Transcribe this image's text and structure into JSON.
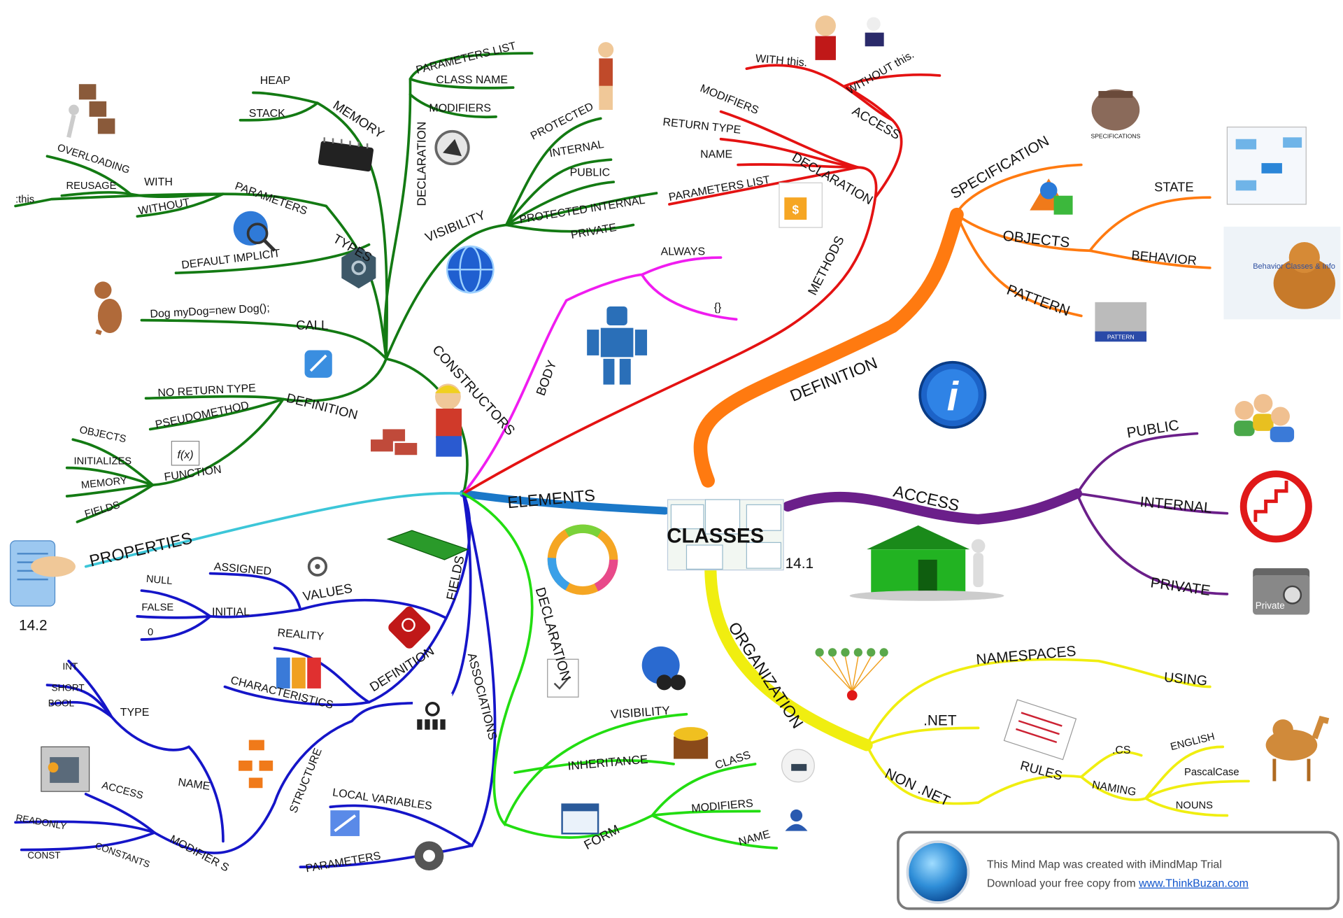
{
  "center": {
    "title": "CLASSES",
    "version": "14.1"
  },
  "properties_version": "14.2",
  "branches": {
    "elements": {
      "label": "ELEMENTS",
      "constructors": {
        "label": "CONSTRUCTORS",
        "memory": {
          "label": "MEMORY",
          "heap": "HEAP",
          "stack": "STACK"
        },
        "declaration": {
          "label": "DECLARATION",
          "parameters_list": "PARAMETERS LIST",
          "class_name": "CLASS NAME",
          "modifiers": "MODIFIERS"
        },
        "visibility": {
          "label": "VISIBILITY",
          "protected": "PROTECTED",
          "internal": "INTERNAL",
          "public": "PUBLIC",
          "protected_internal": "PROTECTED INTERNAL",
          "private": "PRIVATE"
        },
        "types": {
          "label": "TYPES",
          "parameters": "PARAMETERS",
          "with": "WITH",
          "overloading": "OVERLOADING",
          "reuseage": "REUSAGE",
          "this": ":this",
          "without": "WITHOUT",
          "default_implicit": "DEFAULT IMPLICIT"
        },
        "call": {
          "label": "CALL",
          "example": "Dog myDog=new Dog();"
        },
        "definition": {
          "label": "DEFINITION",
          "no_return_type": "NO RETURN TYPE",
          "pseudomethod": "PSEUDOMETHOD",
          "function": "FUNCTION",
          "objects": "OBJECTS",
          "initializes": "INITIALIZES",
          "memory": "MEMORY",
          "fields": "FIELDS"
        }
      },
      "body": {
        "label": "BODY",
        "always": "ALWAYS",
        "braces": "{}"
      },
      "methods": {
        "label": "METHODS",
        "access": {
          "label": "ACCESS",
          "with_this": "WITH this.",
          "without_this": "WITHOUT this."
        },
        "declaration": {
          "label": "DECLARATION",
          "modifiers": "MODIFIERS",
          "return_type": "RETURN TYPE",
          "name": "NAME",
          "parameters_list": "PARAMETERS LIST"
        }
      },
      "properties": {
        "label": "PROPERTIES"
      },
      "fields": {
        "label": "FIELDS",
        "values": {
          "label": "VALUES",
          "assigned": "ASSIGNED",
          "initial": "INITIAL",
          "null": "NULL",
          "false": "FALSE",
          "zero": "0"
        },
        "definition": {
          "label": "DEFINITION",
          "reality": "REALITY",
          "characteristics": "CHARACTERISTICS"
        },
        "structure": {
          "label": "STRUCTURE",
          "type": "TYPE",
          "int": "INT",
          "short": "SHORT",
          "bool": "BOOL",
          "name": "NAME",
          "modifiers": "MODIFIER S",
          "access": "ACCESS",
          "constants": "CONSTANTS",
          "readonly": "READONLY",
          "const": "CONST"
        },
        "associations": {
          "label": "ASSOCIATIONS",
          "local_variables": "LOCAL VARIABLES",
          "parameters": "PARAMETERS"
        }
      },
      "declaration": {
        "label": "DECLARATION",
        "visibility": "VISIBILITY",
        "inheritance": "INHERITANCE",
        "form": {
          "label": "FORM",
          "class": "CLASS",
          "modifiers": "MODIFIERS",
          "name": "NAME"
        }
      }
    },
    "definition": {
      "label": "DEFINITION",
      "specification": {
        "label": "SPECIFICATION",
        "image_caption": "SPECIFICATIONS"
      },
      "objects": {
        "label": "OBJECTS",
        "state": "STATE",
        "behavior": "BEHAVIOR",
        "behavior_image_text": "Behavior Classes & Info"
      },
      "pattern": {
        "label": "PATTERN",
        "image_caption": "PATTERN"
      }
    },
    "access": {
      "label": "ACCESS",
      "public": "PUBLIC",
      "internal": "INTERNAL",
      "private": "PRIVATE",
      "private_image_text": "Private"
    },
    "organization": {
      "label": "ORGANIZATION",
      "namespaces": {
        "label": "NAMESPACES",
        "using": "USING"
      },
      "dotnet": ".NET",
      "non_dotnet": {
        "label": "NON .NET",
        "rules": {
          "label": "RULES",
          "cs": ".CS",
          "naming": "NAMING",
          "english": "ENGLISH",
          "pascal": "PascalCase",
          "nouns": "NOUNS"
        }
      }
    }
  },
  "colors": {
    "green": "#137a13",
    "red": "#e41212",
    "magenta": "#f01cf0",
    "cyan": "#3cc6d8",
    "blue": "#1515c8",
    "lime": "#22dd11",
    "orange": "#ff7a10",
    "purple": "#6b1f8a",
    "yellow": "#f0ee10",
    "elements_blue": "#1b78c8"
  },
  "promo": {
    "line1": "This Mind Map was created with iMindMap Trial",
    "line2_prefix": "Download your free copy from ",
    "link": "www.ThinkBuzan.com"
  }
}
